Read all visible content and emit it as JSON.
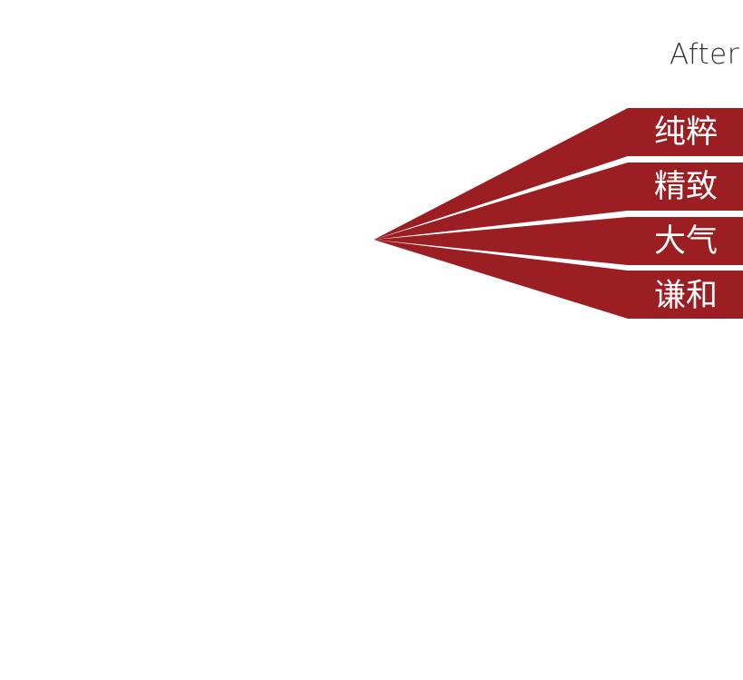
{
  "heading": "After",
  "accent_color": "#9b1e23",
  "label_color": "#ffffff",
  "items": [
    {
      "label": "纯粹"
    },
    {
      "label": "精致"
    },
    {
      "label": "大气"
    },
    {
      "label": "谦和"
    }
  ]
}
